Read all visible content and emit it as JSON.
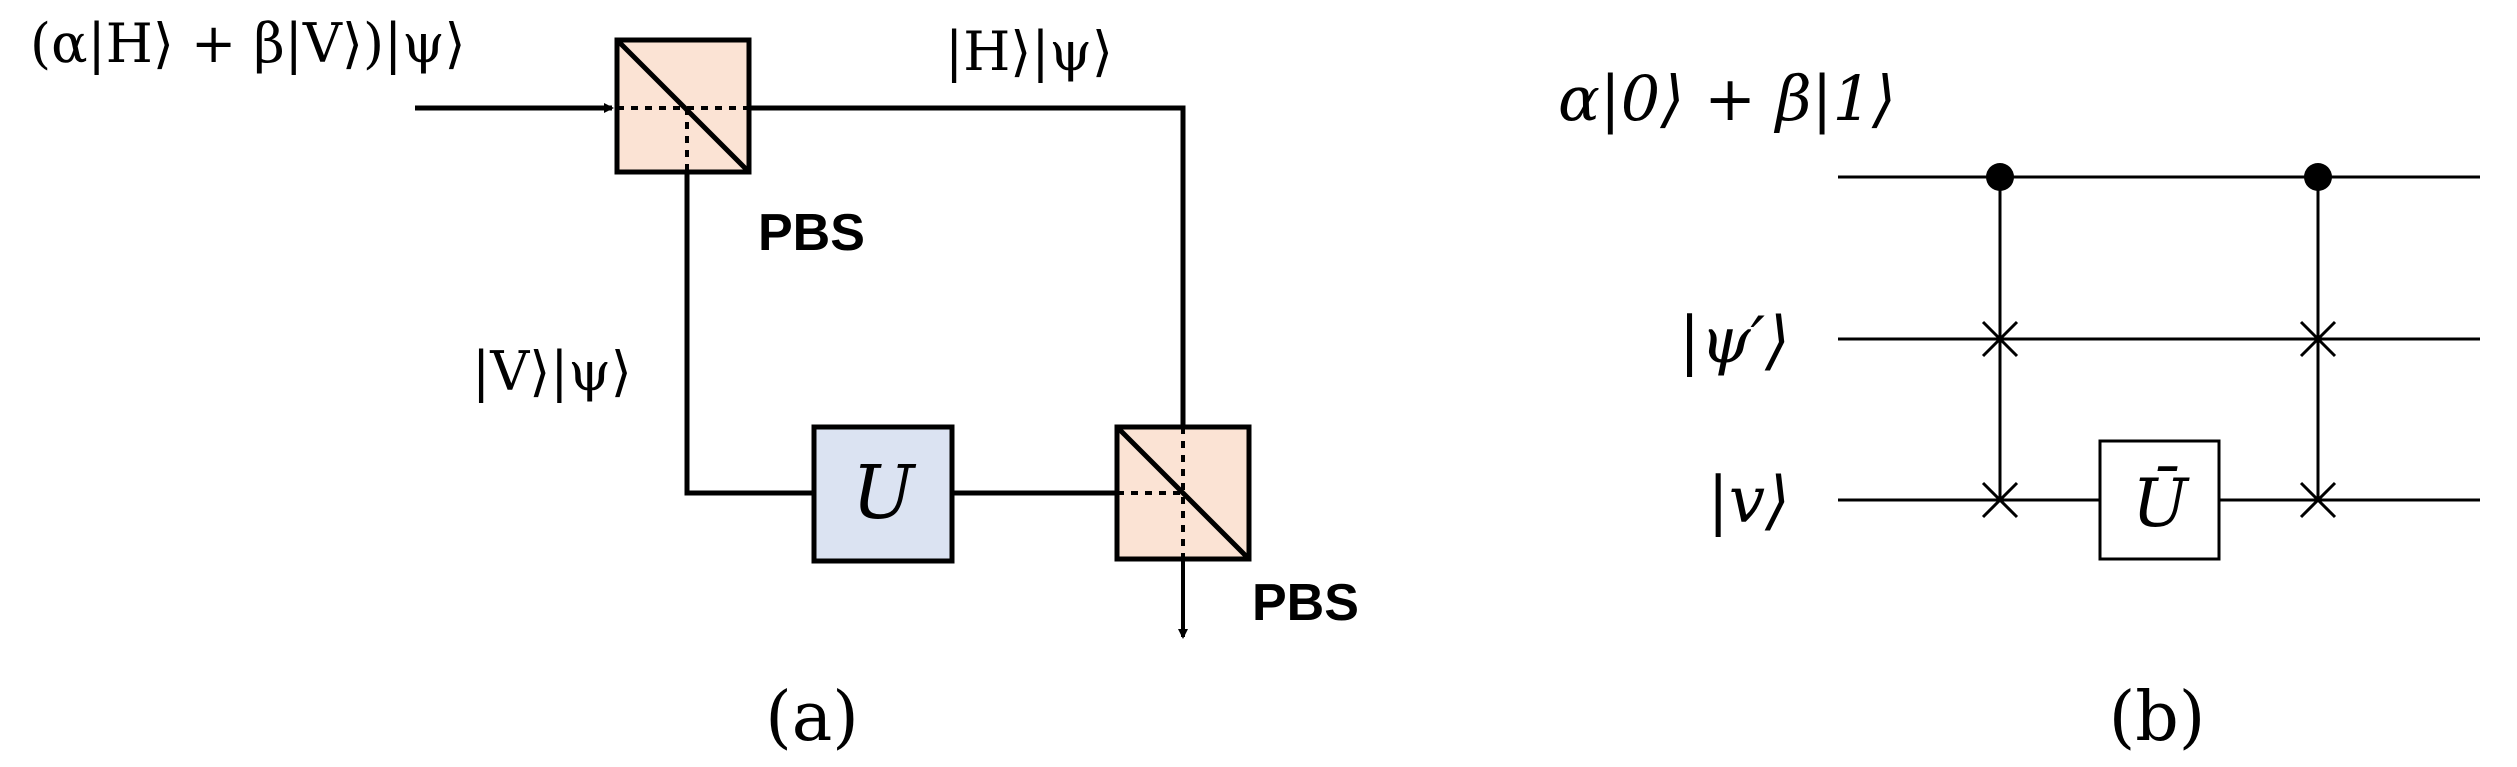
{
  "panel_a": {
    "input_label": "(α|H⟩ + β|V⟩)|ψ⟩",
    "h_path_label": "|H⟩|ψ⟩",
    "v_path_label": "|V⟩|ψ⟩",
    "pbs1_label": "PBS",
    "pbs2_label": "PBS",
    "unitary_label": "U",
    "caption": "(a)",
    "colors": {
      "pbs_fill": "#fbe3d4",
      "unitary_fill": "#dbe3f2"
    }
  },
  "panel_b": {
    "control_state_label": "α|0⟩ + β|1⟩",
    "psi_prime_label": "|ψ′⟩",
    "v_label": "|v⟩",
    "gate_label": "Ū",
    "caption": "(b)"
  }
}
